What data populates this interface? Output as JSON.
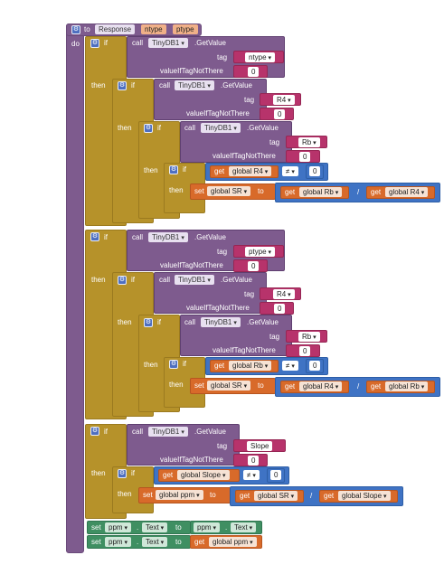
{
  "procedure": {
    "to_label": "to",
    "name": "Response",
    "params": [
      "ntype",
      "ptype"
    ],
    "do_label": "do"
  },
  "labels": {
    "if": "if",
    "then": "then",
    "call": "call",
    "get_value": ".GetValue",
    "tag": "tag",
    "value_if_tag": "valueIfTagNotThere",
    "set": "set",
    "to": "to",
    "get": "get",
    "neq": "≠",
    "div": "/",
    "dot": "."
  },
  "components": {
    "tinydb": "TinyDB1",
    "ppm": "ppm",
    "text": "Text"
  },
  "strings": {
    "ntype": "ntype",
    "ptype": "ptype",
    "r4": "R4",
    "rb": "Rb",
    "slope": "Slope",
    "zero": "0"
  },
  "vars": {
    "r4": "global R4",
    "rb": "global Rb",
    "sr": "global SR",
    "slope": "global Slope",
    "ppm": "global ppm"
  },
  "number": "0",
  "colors": {
    "procedure": "#7e5b8e",
    "control": "#b6922a",
    "text": "#b7336b",
    "math": "#3f73c4",
    "variable": "#d86a2a",
    "component": "#3f8f62"
  },
  "icons": [
    "gear-icon"
  ]
}
